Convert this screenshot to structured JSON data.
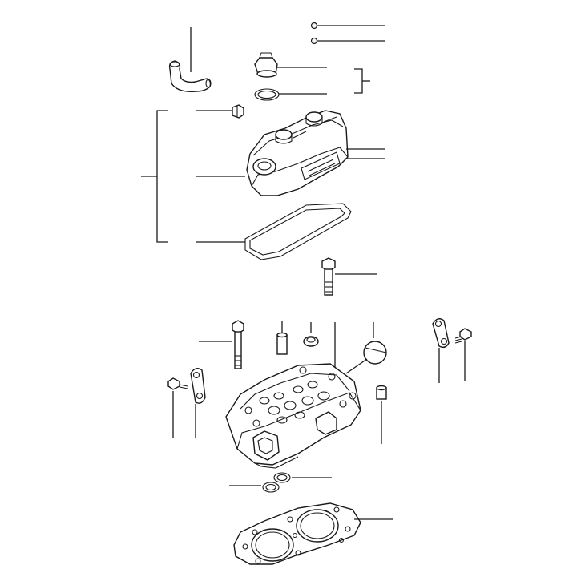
{
  "diagram": {
    "description_free": true,
    "colors": {
      "line": "#1a1a1a",
      "background": "#ffffff"
    },
    "cover_decal_text": "",
    "parts": [
      "nut-1",
      "nut-2",
      "oil-filler-cap",
      "cap-o-ring",
      "breather-hose",
      "hose-nipple",
      "valve-cover",
      "cover-gasket",
      "cover-bolt",
      "head-bolt",
      "dowel-sleeve",
      "valve-stem-seal",
      "expansion-plug",
      "lifting-eye-right",
      "lifting-eye-bolt-right",
      "lifting-eye-left",
      "lifting-eye-bolt-left",
      "cylinder-head",
      "head-plug",
      "manifold-ring-1",
      "manifold-ring-2",
      "head-gasket"
    ]
  }
}
